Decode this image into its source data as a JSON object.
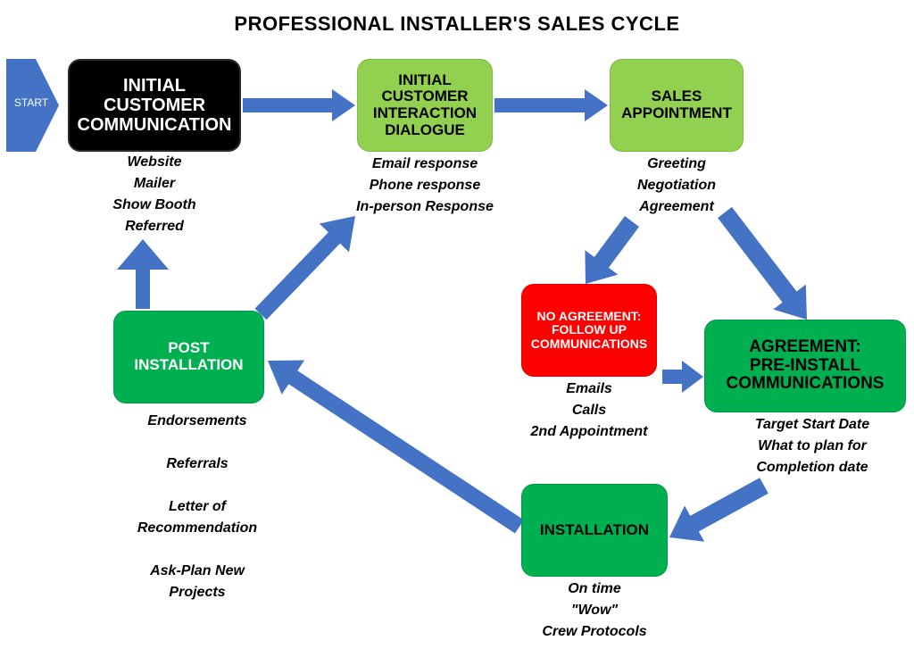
{
  "title": "PROFESSIONAL INSTALLER'S SALES CYCLE",
  "start": "START",
  "colors": {
    "arrow": "#4472c4",
    "black_box": "#000000",
    "lime_box": "#92d050",
    "green_box": "#00b050",
    "red_box": "#ff0000"
  },
  "nodes": {
    "initial_communication": {
      "label": "INITIAL CUSTOMER\nCOMMUNICATION",
      "notes": [
        "Website",
        "Mailer",
        "Show Booth",
        "Referred"
      ]
    },
    "initial_interaction": {
      "label": "INITIAL\nCUSTOMER\nINTERACTION\nDIALOGUE",
      "notes": [
        "Email response",
        "Phone response",
        "In-person Response"
      ]
    },
    "sales_appointment": {
      "label": "SALES\nAPPOINTMENT",
      "notes": [
        "Greeting",
        "Negotiation",
        "Agreement"
      ]
    },
    "no_agreement": {
      "label": "NO AGREEMENT:\nFOLLOW UP\nCOMMUNICATIONS",
      "notes": [
        "Emails",
        "Calls",
        "2nd Appointment"
      ]
    },
    "agreement": {
      "label": "AGREEMENT:\nPRE-INSTALL\nCOMMUNICATIONS",
      "notes": [
        "Target Start Date",
        "What to plan for",
        "Completion date"
      ]
    },
    "installation": {
      "label": "INSTALLATION",
      "notes": [
        "On time",
        "\"Wow\"",
        "Crew Protocols"
      ]
    },
    "post_installation": {
      "label": "POST\nINSTALLATION",
      "notes": [
        "Endorsements",
        "Referrals",
        "Letter of\nRecommendation",
        "Ask-Plan New\nProjects"
      ]
    }
  }
}
